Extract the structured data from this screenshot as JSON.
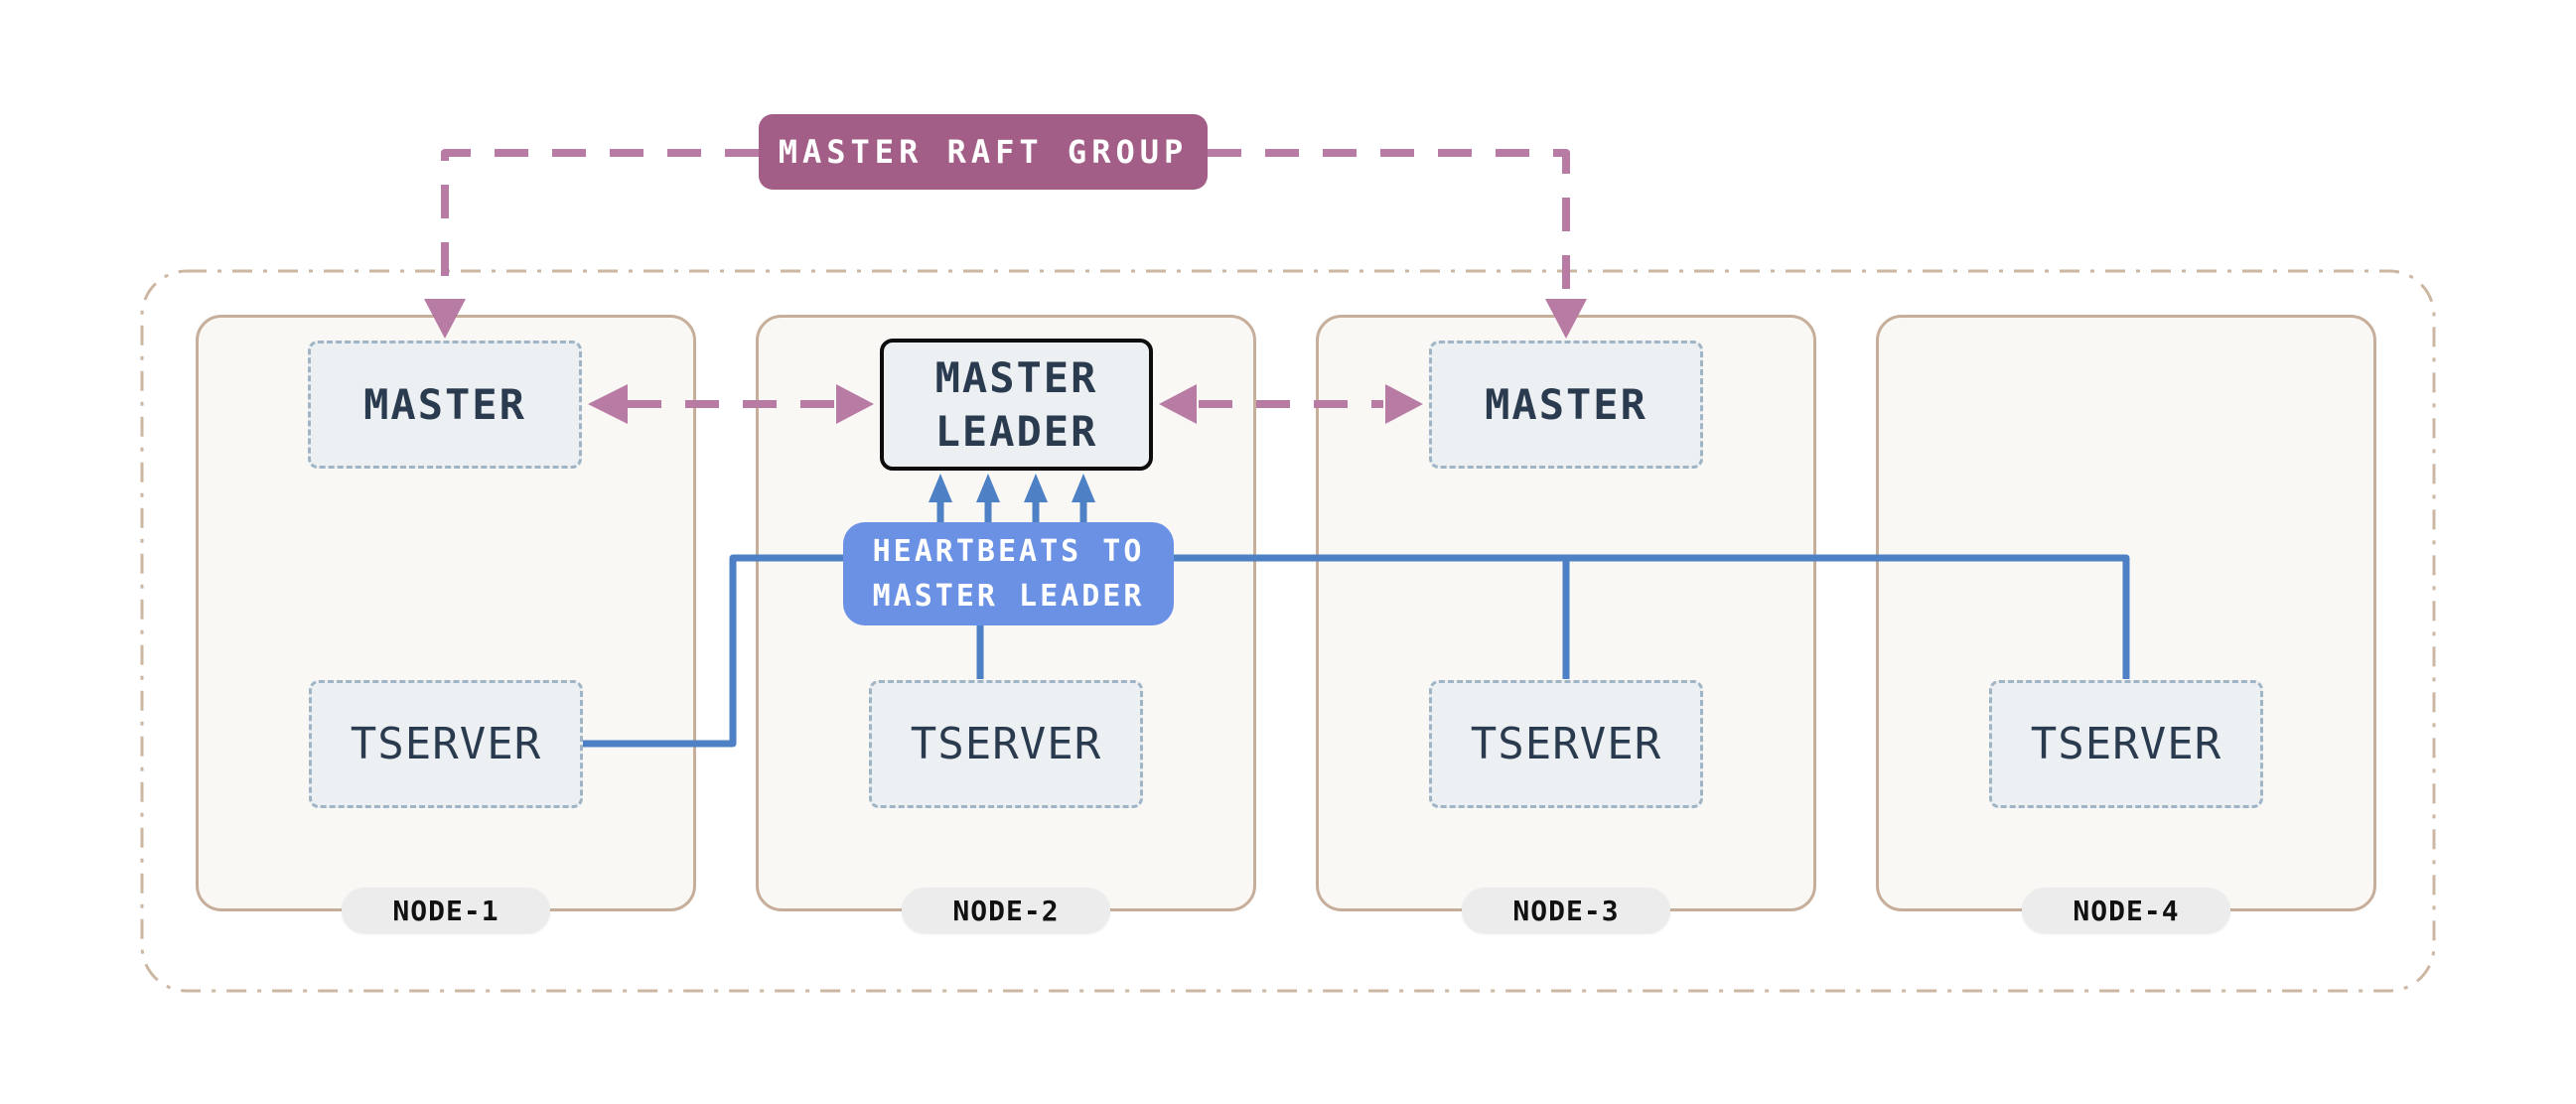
{
  "colors": {
    "bg": "#ffffff",
    "raft-purple": "#a25e86",
    "connector-purple": "#b87ba3",
    "heartbeat-blue": "#6b91e5",
    "line-blue": "#4d80c4",
    "text-navy": "#2b3b4f",
    "node-border": "#c6ae9a",
    "node-fill": "#faf8f5",
    "outer-border": "#ccb7a3",
    "box-fill": "#edf0f2",
    "box-border": "#9fb4c4",
    "pill-fill": "#ececec",
    "pill-text": "#111111",
    "leader-border": "#0d0d0d",
    "label-white": "#ffffff"
  },
  "raft_group": {
    "label": "MASTER RAFT GROUP"
  },
  "heartbeats": {
    "line1": "HEARTBEATS TO",
    "line2": "MASTER LEADER"
  },
  "nodes": [
    {
      "name": "NODE-1",
      "master": "MASTER",
      "tserver": "TSERVER"
    },
    {
      "name": "NODE-2",
      "leader_line1": "MASTER",
      "leader_line2": "LEADER",
      "tserver": "TSERVER"
    },
    {
      "name": "NODE-3",
      "master": "MASTER",
      "tserver": "TSERVER"
    },
    {
      "name": "NODE-4",
      "tserver": "TSERVER"
    }
  ]
}
